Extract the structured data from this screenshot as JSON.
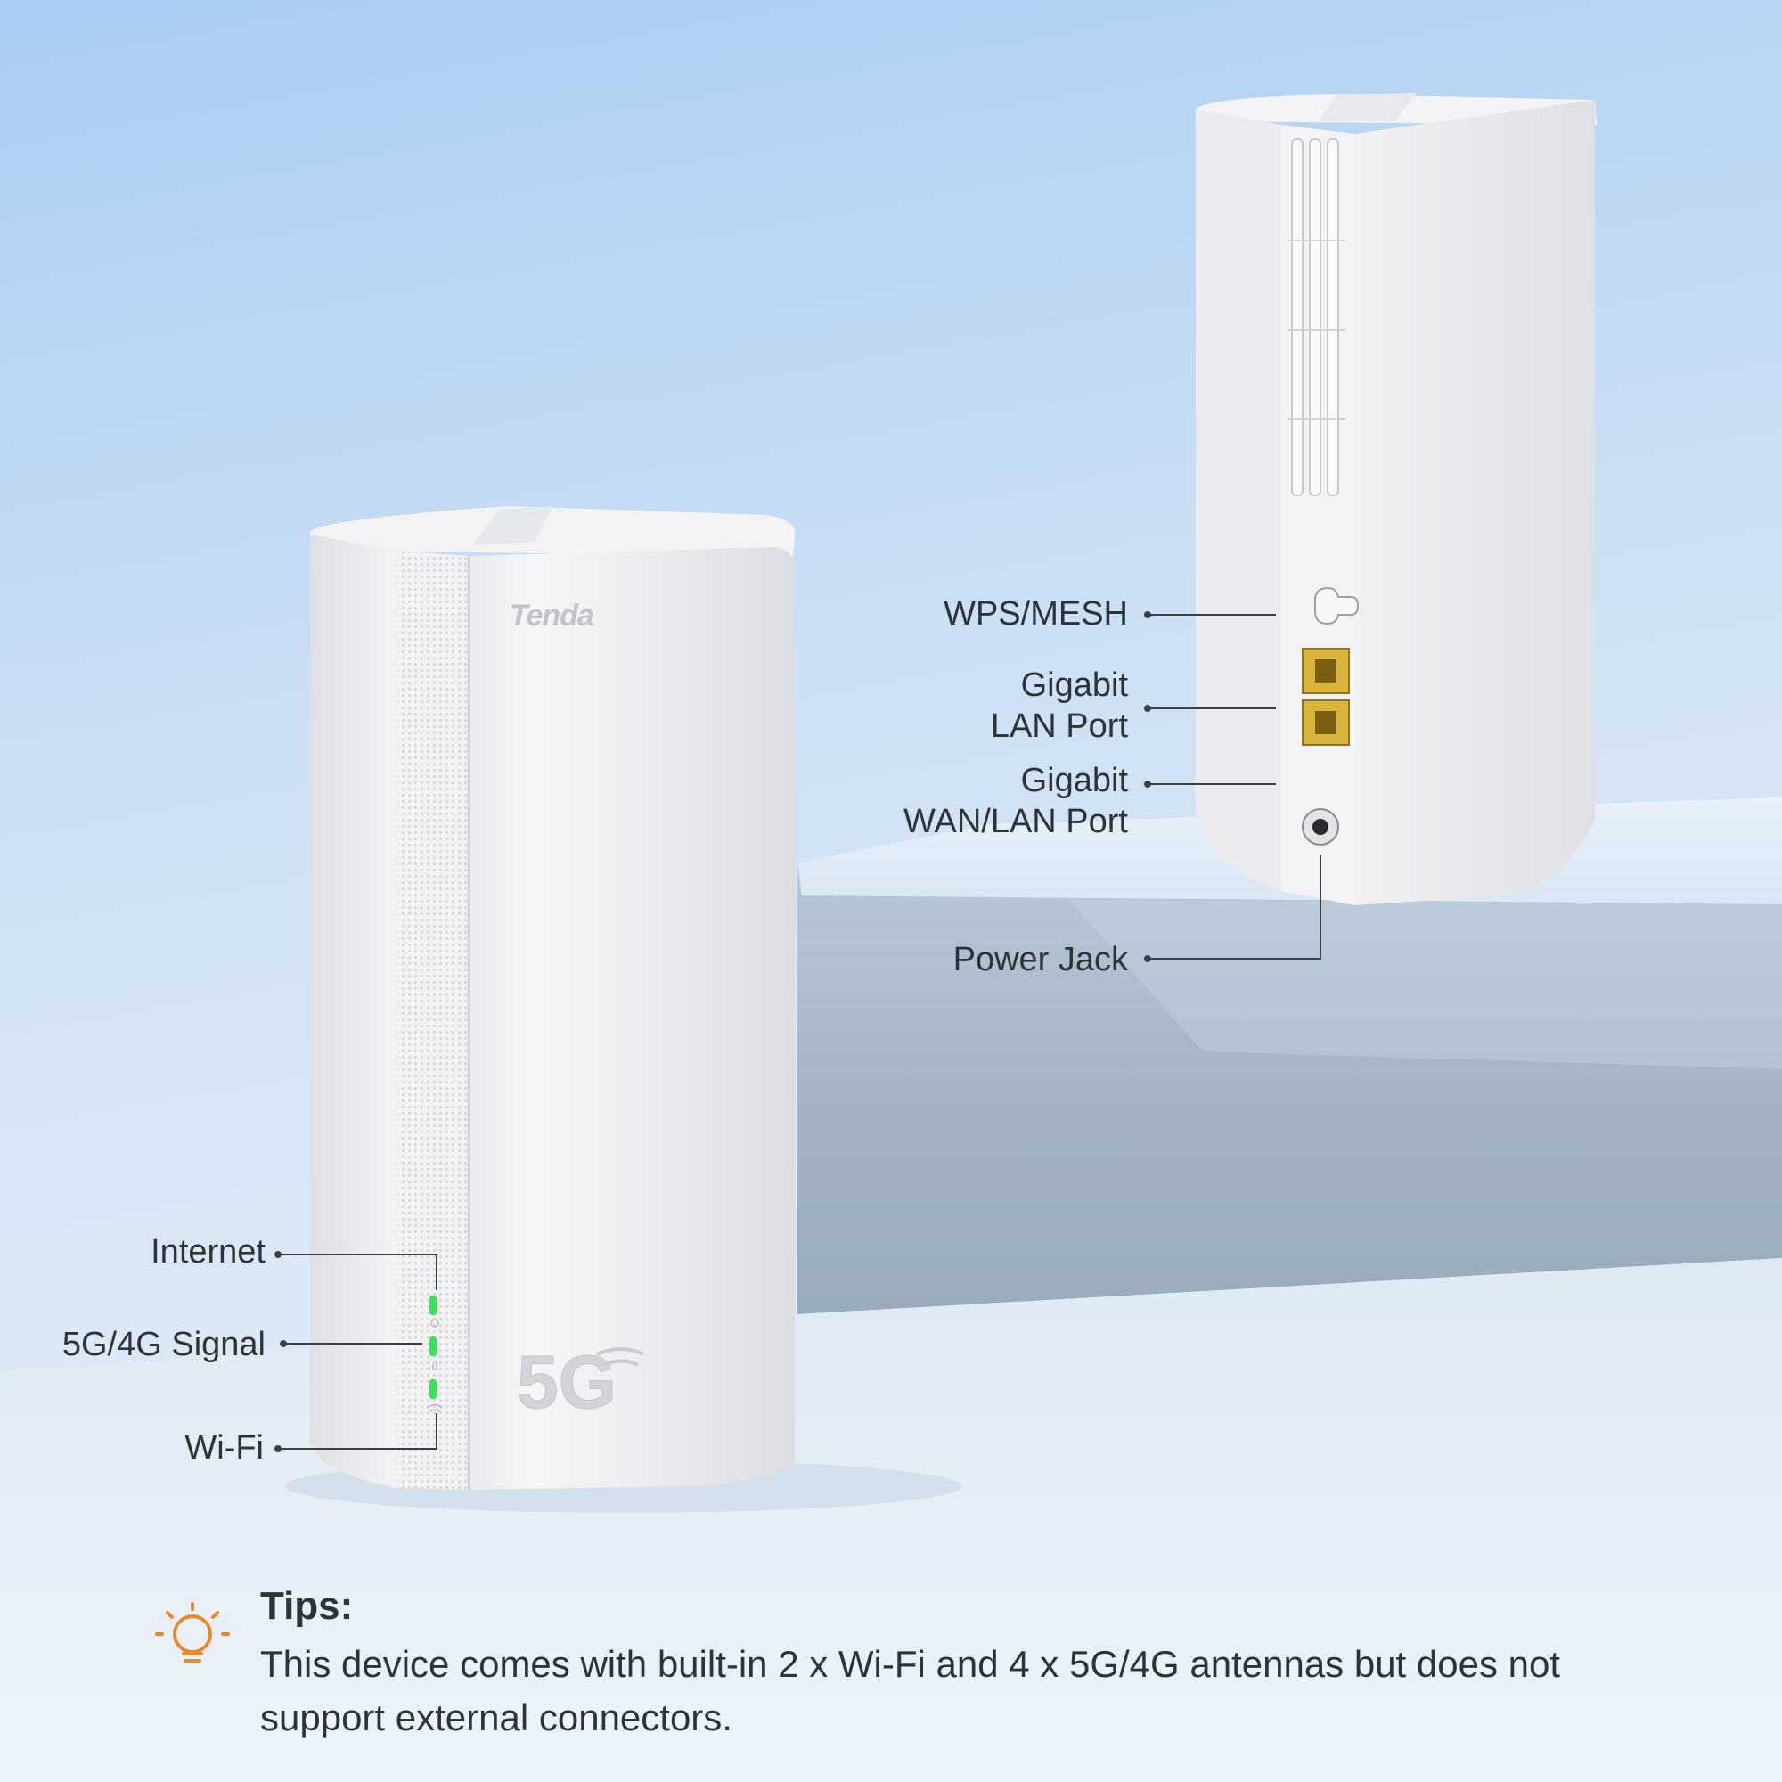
{
  "colors": {
    "accent": "#e8892a",
    "led_green": "#39e25a",
    "text": "#2e3338",
    "port_yellow": "#d9b43a"
  },
  "front_device": {
    "brand": "Tenda",
    "badge": "5G",
    "labels": {
      "internet": "Internet",
      "signal": "5G/4G Signal",
      "wifi": "Wi-Fi"
    }
  },
  "back_device": {
    "labels": {
      "wps_mesh": "WPS/MESH",
      "lan_port_line1": "Gigabit",
      "lan_port_line2": "LAN Port",
      "wan_port_line1": "Gigabit",
      "wan_port_line2": "WAN/LAN Port",
      "power_jack": "Power Jack"
    }
  },
  "tips": {
    "icon": "lightbulb-icon",
    "title": "Tips:",
    "body": "This device comes with built-in 2 x Wi-Fi and 4 x 5G/4G antennas but does not support external connectors."
  }
}
